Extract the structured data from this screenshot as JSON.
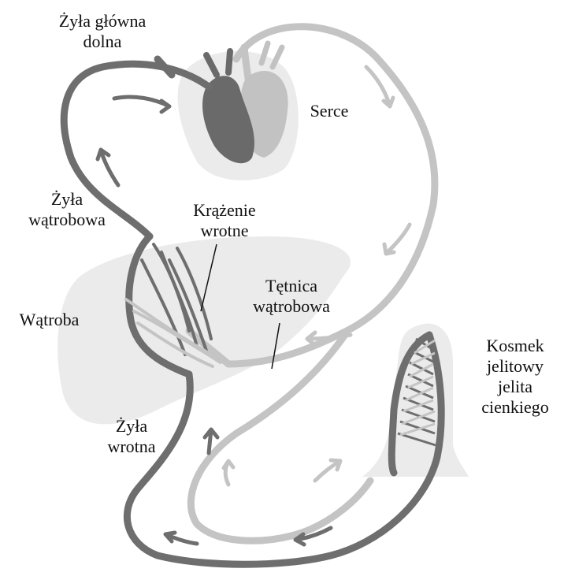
{
  "labels": {
    "vena_cava": [
      "Żyła główna",
      "dolna"
    ],
    "heart": [
      "Serce"
    ],
    "hepatic_vein": [
      "Żyła",
      "wątrobowa"
    ],
    "portal_circulation": [
      "Krążenie",
      "wrotne"
    ],
    "hepatic_artery": [
      "Tętnica",
      "wątrobowa"
    ],
    "liver": [
      "Wątroba"
    ],
    "villus": [
      "Kosmek",
      "jelitowy",
      "jelita",
      "cienkiego"
    ],
    "portal_vein": [
      "Żyła",
      "wrotna"
    ]
  },
  "colors": {
    "vein": "#6e6e6e",
    "artery": "#c4c4c4",
    "heart_dark": "#6a6a6a",
    "heart_light": "#c2c2c2",
    "organ_bg": "#ebebeb"
  }
}
